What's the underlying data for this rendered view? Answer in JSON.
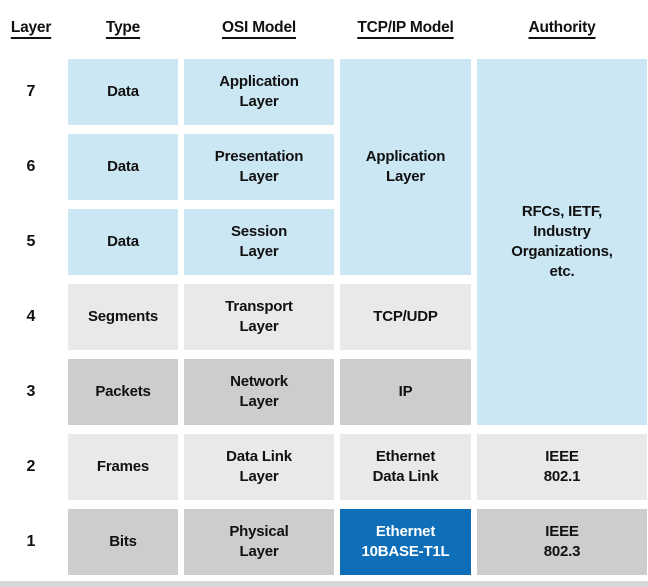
{
  "palette": {
    "light_blue": "#cbe7f4",
    "light_gray": "#e9e9ea",
    "dark_gray": "#cdcdcf",
    "highlight_blue": "#0e6fb8",
    "text": "#111111",
    "highlight_text": "#ffffff",
    "bottom_bar": "#d9d9d9"
  },
  "table": {
    "columns": {
      "layer": "Layer",
      "type": "Type",
      "osi": "OSI Model",
      "tcpip": "TCP/IP Model",
      "authority": "Authority"
    },
    "rows": [
      {
        "num": "7",
        "type": "Data",
        "osi": "Application\nLayer"
      },
      {
        "num": "6",
        "type": "Data",
        "osi": "Presentation\nLayer"
      },
      {
        "num": "5",
        "type": "Data",
        "osi": "Session\nLayer"
      },
      {
        "num": "4",
        "type": "Segments",
        "osi": "Transport\nLayer",
        "tcpip": "TCP/UDP"
      },
      {
        "num": "3",
        "type": "Packets",
        "osi": "Network\nLayer",
        "tcpip": "IP"
      },
      {
        "num": "2",
        "type": "Frames",
        "osi": "Data Link\nLayer",
        "tcpip": "Ethernet\nData Link",
        "authority": "IEEE\n802.1"
      },
      {
        "num": "1",
        "type": "Bits",
        "osi": "Physical\nLayer",
        "tcpip": "Ethernet\n10BASE-T1L",
        "authority": "IEEE\n802.3"
      }
    ],
    "merged": {
      "tcpip_application": "Application\nLayer",
      "authority_standards": "RFCs, IETF,\nIndustry\nOrganizations,\netc."
    }
  }
}
